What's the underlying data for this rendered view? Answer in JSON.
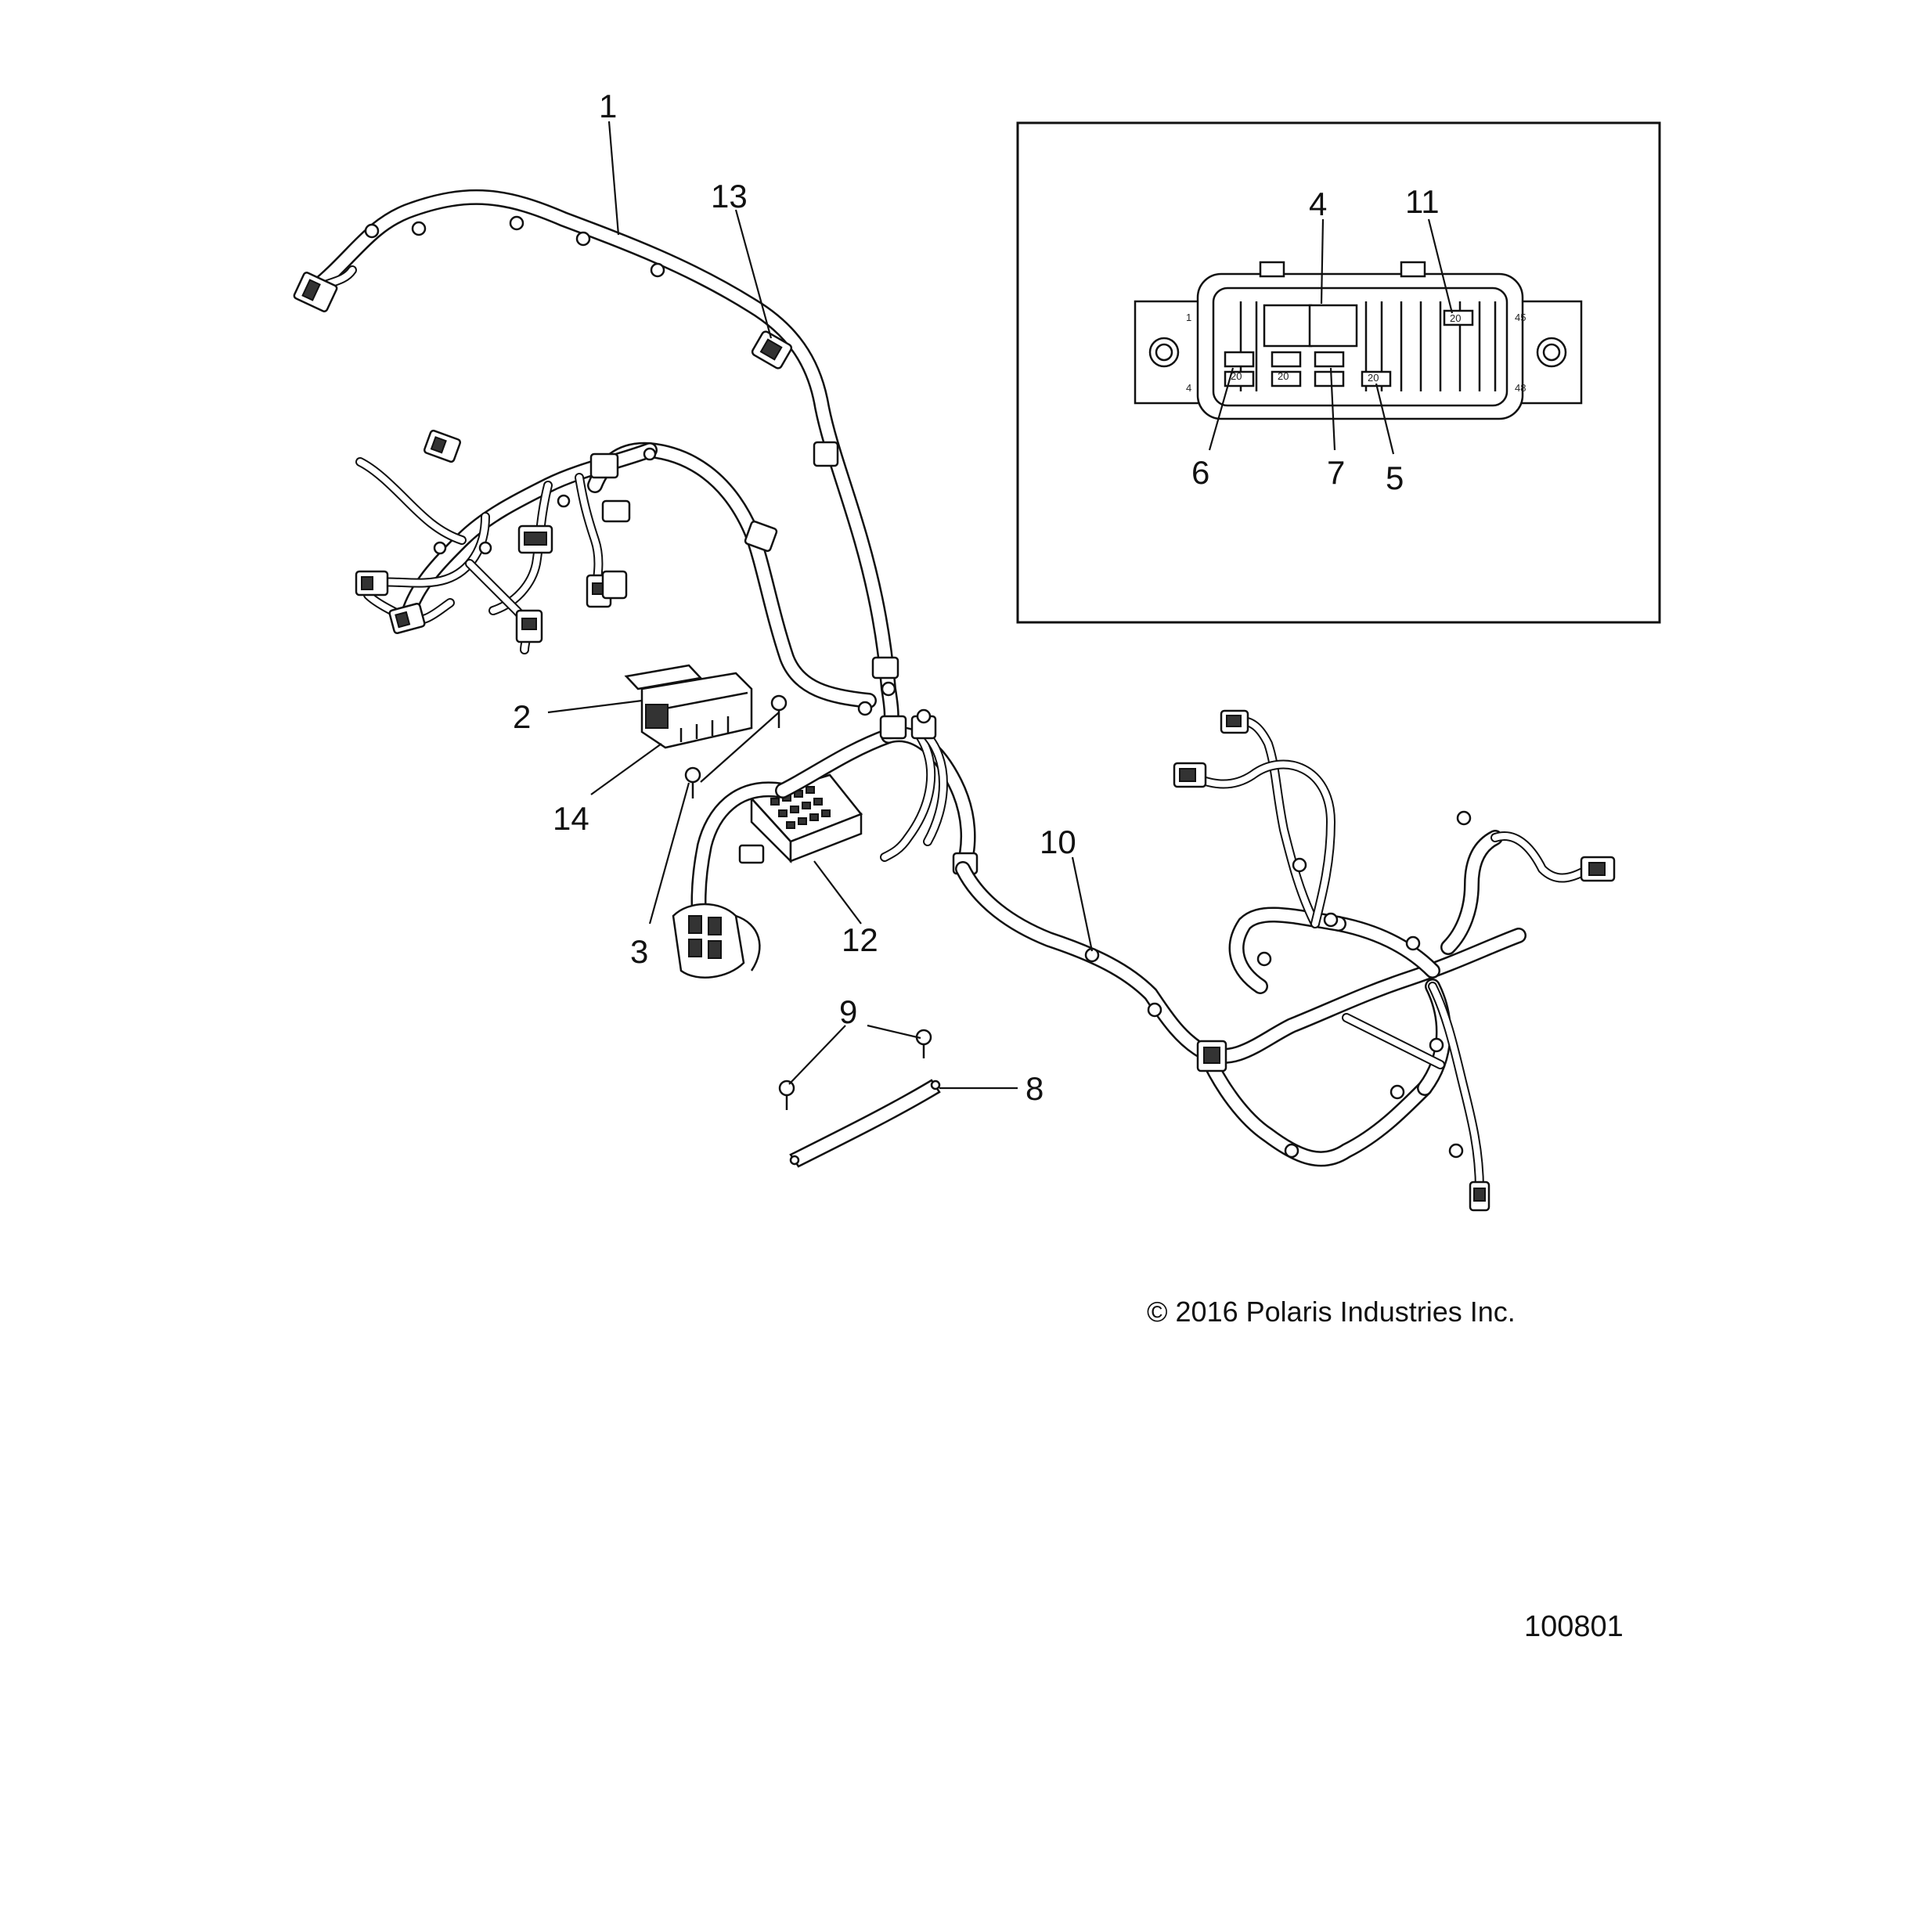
{
  "callouts": {
    "c1": "1",
    "c2": "2",
    "c3": "3",
    "c4": "4",
    "c5": "5",
    "c6": "6",
    "c7": "7",
    "c8": "8",
    "c9": "9",
    "c10": "10",
    "c11": "11",
    "c12": "12",
    "c13": "13",
    "c14": "14"
  },
  "inset_pin_labels": {
    "p45": "45",
    "p48": "48",
    "p4": "4",
    "p1": "1",
    "p20a": "20",
    "p20b": "20",
    "p20c": "20",
    "p20d": "20"
  },
  "copyright": "© 2016 Polaris Industries Inc.",
  "figure_number": "100801"
}
